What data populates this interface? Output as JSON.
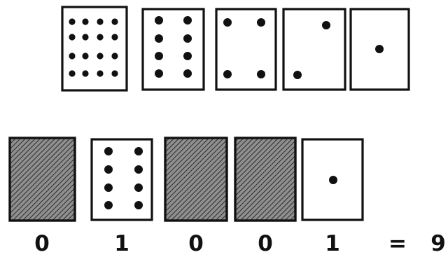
{
  "top_row": {
    "cards": [
      {
        "dots": 16
      },
      {
        "dots": 8
      },
      {
        "dots": 4
      },
      {
        "dots": 2
      },
      {
        "dots": 1
      }
    ]
  },
  "bottom_row": {
    "cards": [
      {
        "state": "face-down",
        "label": "0"
      },
      {
        "state": "face-up",
        "dots": 8,
        "label": "1"
      },
      {
        "state": "face-down",
        "label": "0"
      },
      {
        "state": "face-down",
        "label": "0"
      },
      {
        "state": "face-up",
        "dots": 1,
        "label": "1"
      }
    ],
    "equals": "=",
    "result": "9"
  },
  "colors": {
    "ink": "#111111",
    "card_face": "#ffffff",
    "card_back": "#8a8a8a"
  }
}
